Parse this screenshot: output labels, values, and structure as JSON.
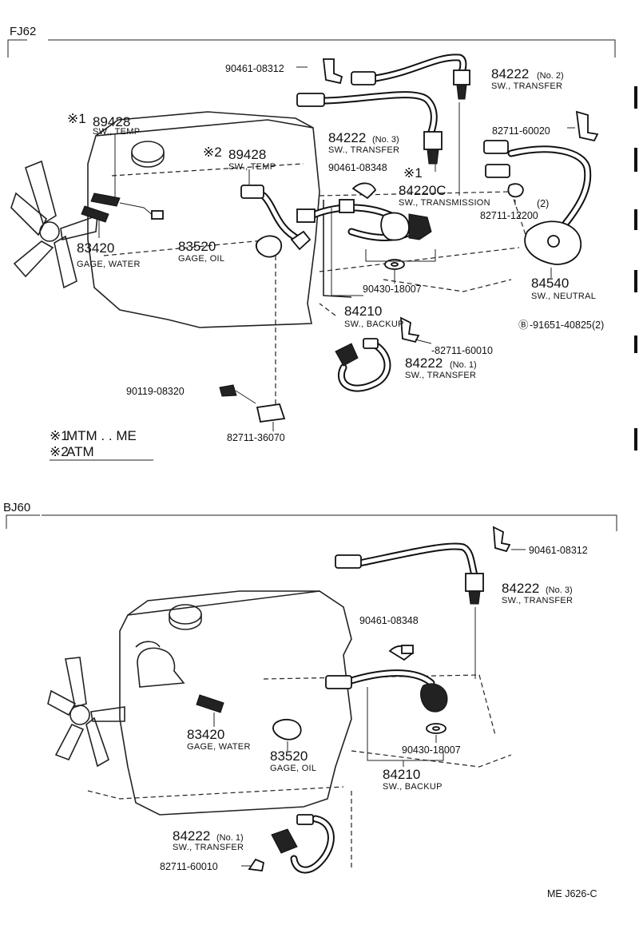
{
  "sections": {
    "fj62": "FJ62",
    "bj60": "BJ60"
  },
  "fj62_parts": {
    "p1_num": "90461-08312",
    "p2_num": "84222",
    "p2_sub": "(No. 2)",
    "p2_name": "SW., TRANSFER",
    "p3_mark": "※1",
    "p3_num": "89428",
    "p3_name": "SW., TEMP",
    "p4_mark": "※2",
    "p4_num": "89428",
    "p4_name": "SW., TEMP",
    "p5_num": "84222",
    "p5_sub": "(No. 3)",
    "p5_name": "SW., TRANSFER",
    "p6_num": "82711-60020",
    "p7_num": "90461-08348",
    "p8_mark": "※1",
    "p8_num": "84220C",
    "p8_name": "SW., TRANSMISSION",
    "p9_qty": "(2)",
    "p9_num": "82711-12200",
    "p10_num": "83420",
    "p10_name": "GAGE, WATER",
    "p11_num": "83520",
    "p11_name": "GAGE, OIL",
    "p12_num": "90430-18007",
    "p13_num": "84540",
    "p13_name": "SW., NEUTRAL",
    "p14_mark": "Ⓑ",
    "p14_num": "-91651-40825",
    "p14_qty": "(2)",
    "p15_num": "84210",
    "p15_name": "SW., BACKUP",
    "p16_num": "-82711-60010",
    "p17_num": "84222",
    "p17_sub": "(No. 1)",
    "p17_name": "SW., TRANSFER",
    "p18_num": "90119-08320",
    "p19_num": "82711-36070"
  },
  "legend": {
    "mark1": "※1",
    "text1": "MTM . . ME",
    "mark2": "※2",
    "text2": "ATM"
  },
  "bj60_parts": {
    "q1_num": "90461-08312",
    "q2_num": "84222",
    "q2_sub": "(No. 3)",
    "q2_name": "SW., TRANSFER",
    "q3_num": "90461-08348",
    "q4_num": "83420",
    "q4_name": "GAGE, WATER",
    "q5_num": "83520",
    "q5_name": "GAGE, OIL",
    "q6_num": "90430-18007",
    "q7_num": "84210",
    "q7_name": "SW., BACKUP",
    "q8_num": "84222",
    "q8_sub": "(No. 1)",
    "q8_name": "SW., TRANSFER",
    "q9_num": "82711-60010"
  },
  "footer": {
    "code": "ME  J626-C"
  }
}
